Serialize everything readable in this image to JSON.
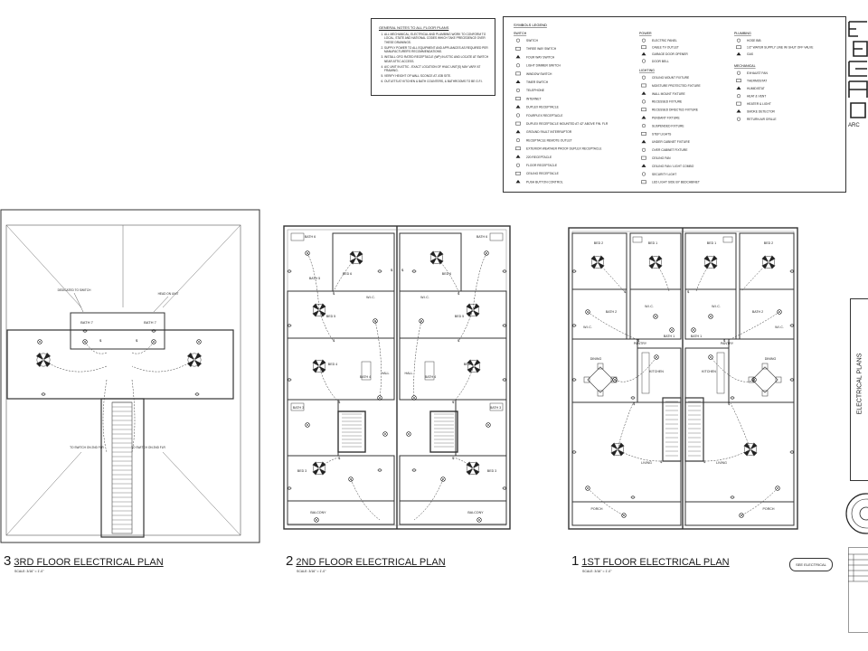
{
  "notes": {
    "title": "GENERAL NOTES TO ALL FLOOR PLANS",
    "items": [
      "ALL MECHANICAL, ELECTRICAL AND PLUMBING WORK TO CONFORM TO LOCAL, STATE AND NATIONAL CODES WHICH TAKE PRECEDENCE OVER THESE DRAWINGS.",
      "SUPPLY POWER TO ALL EQUIPMENT AND APPLIANCES AS REQUIRED PER MANUFACTURER'S RECOMMENDATIONS.",
      "INSTALL GFCI RATED RECEPTACLE (WP) IN ATTIC AND LOCATE AT SWITCH NEAR ATTIC ACCESS.",
      "A/C UNIT IN ATTIC - EXACT LOCATION OF HVAC UNIT(S) MAY VARY AT FRAMING.",
      "VERIFY HEIGHT OF WALL SCONCE AT JOB SITE.",
      "OUTLETS AT KITCHEN & BATH COUNTERS, & BATHROOMS TO BE G.F.I."
    ]
  },
  "legend": {
    "title": "SYMBOLS LEGEND",
    "switches_header": "SWITCH",
    "switches": [
      "SWITCH",
      "THREE WAY SWITCH",
      "FOUR WAY SWITCH",
      "LIGHT DIMMER SWITCH",
      "WINDOW SWITCH",
      "TIMER SWITCH",
      "TELEPHONE",
      "INTERNET",
      "DUPLEX RECEPTACLE",
      "FOURPLEX RECEPTACLE",
      "DUPLEX RECEPTACLE MOUNTED AT 42\" ABOVE FIN. FLR",
      "GROUND FAULT INTERRUPTOR",
      "RECEPTACLE REMOTE OUTLET",
      "EXTERIOR WEATHER PROOF DUPLEX RECEPTACLE",
      "220 RECEPTACLE",
      "FLOOR RECEPTACLE",
      "CEILING RECEPTACLE",
      "PUSH BUTTON CONTROL"
    ],
    "power_header": "POWER",
    "power": [
      "ELECTRIC PANEL",
      "CABLE TV OUTLET",
      "GARAGE DOOR OPENER",
      "DOOR BELL"
    ],
    "lighting_header": "LIGHTING",
    "lighting": [
      "CEILING MOUNT FIXTURE",
      "MOISTURE PROTECTED FIXTURE",
      "WALL MOUNT FIXTURE",
      "RECESSED FIXTURE",
      "RECESSED DIRECTED FIXTURE",
      "PENDANT FIXTURE",
      "SUSPENDED FIXTURE",
      "STEP LIGHTS",
      "UNDER CABINET FIXTURE",
      "OVER CABINET FIXTURE",
      "CEILING FAN",
      "CEILING FAN / LIGHT COMBO",
      "SECURITY LIGHT",
      "LED LIGHT SIDE BY BEDCABINET"
    ],
    "plumbing_header": "PLUMBING",
    "plumbing": [
      "HOSE BIB",
      "1/2\" WATER SUPPLY LINE W/ SHUT OFF VALVE",
      "GAS"
    ],
    "mechanical_header": "MECHANICAL",
    "mechanical": [
      "EXHAUST FAN",
      "THERMOSTAT",
      "HUMIDISTAT",
      "HEAT & VENT",
      "HEATER & LIGHT",
      "SMOKE DETECTOR",
      "RETURN AIR GRILLE"
    ]
  },
  "plans": [
    {
      "number": "3",
      "title": "3RD FLOOR ELECTRICAL PLAN",
      "scale": "SCALE: 3/16\" = 1'-0\""
    },
    {
      "number": "2",
      "title": "2ND FLOOR ELECTRICAL PLAN",
      "scale": "SCALE: 3/16\" = 1'-0\""
    },
    {
      "number": "1",
      "title": "1ST FLOOR ELECTRICAL PLAN",
      "scale": "SCALE: 3/16\" = 1'-0\""
    }
  ],
  "rooms": {
    "third": [
      "BATH 7",
      "BATH 7"
    ],
    "second": [
      "BATH 6",
      "BATH 6",
      "BATH 5",
      "BED 6",
      "BED 6",
      "W.I.C.",
      "W.I.C.",
      "BED 5",
      "BED 5",
      "BATH 4",
      "BATH 4",
      "BED 4",
      "BED 4",
      "HALL",
      "HALL",
      "BATH 3",
      "BATH 3",
      "BED 3",
      "BED 3",
      "BALCONY",
      "BALCONY"
    ],
    "first": [
      "BED 2",
      "BED 1",
      "BED 1",
      "BED 2",
      "W.I.C.",
      "W.I.C.",
      "W.I.C.",
      "W.I.C.",
      "BATH 2",
      "BATH 1",
      "BATH 1",
      "BATH 2",
      "PANTRY",
      "PANTRY",
      "DINING",
      "DINING",
      "KITCHEN",
      "KITCHEN",
      "LIVING",
      "LIVING",
      "PORCH",
      "PORCH"
    ]
  },
  "annotations": {
    "third": [
      "DEDICATED TO SWITCH",
      "HEAD ON UNIT",
      "TO SWITCH ON 2ND FLR",
      "TO SWITCH ON 2ND FLR"
    ]
  },
  "title_block": {
    "sheet_title": "ELECTRICAL PLANS",
    "firm_short": "ARC"
  },
  "badge": "SEE ELECTRICAL"
}
